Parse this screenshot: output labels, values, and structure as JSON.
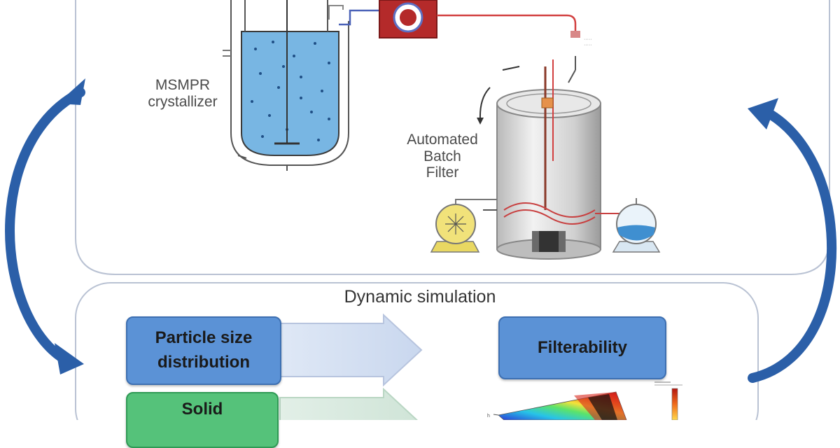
{
  "process": {
    "crystallizer_label": "MSMPR\ncrystallizer",
    "filter_label": "Automated\nBatch\nFilter",
    "pump_caption": "",
    "filter_caption": "",
    "vessel_caption": ""
  },
  "simulation": {
    "title": "Dynamic simulation",
    "box_psd": "Particle size\ndistribution",
    "box_solid": "Solid",
    "box_filterability": "Filterability"
  },
  "colors": {
    "arrow_blue": "#2b5fa8",
    "panel_border": "#b9c2d3",
    "box_blue": "#5b92d6",
    "box_green": "#55c27a",
    "liquid": "#78b6e3",
    "pump_red": "#b42a2a"
  }
}
